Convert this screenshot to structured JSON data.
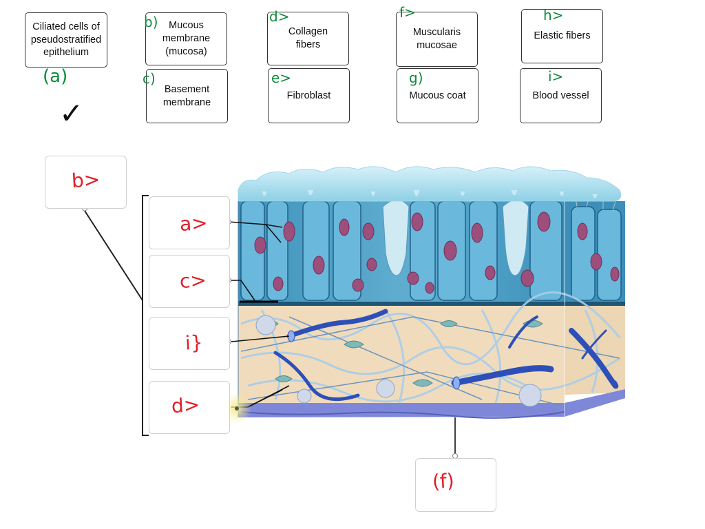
{
  "terms": [
    {
      "id": "ciliated",
      "label": "Ciliated cells of\npseudostratified\nepithelium",
      "note": "(a)"
    },
    {
      "id": "mucous-membrane",
      "label": "Mucous\nmembrane\n(mucosa)",
      "note": "b)"
    },
    {
      "id": "basement-membrane",
      "label": "Basement\nmembrane",
      "note": "c)"
    },
    {
      "id": "collagen",
      "label": "Collagen\nfibers",
      "note": "d>"
    },
    {
      "id": "fibroblast",
      "label": "Fibroblast",
      "note": "e>"
    },
    {
      "id": "muscularis",
      "label": "Muscularis\nmucosae",
      "note": "f>"
    },
    {
      "id": "mucous-coat",
      "label": "Mucous coat",
      "note": "g)"
    },
    {
      "id": "elastic",
      "label": "Elastic fibers",
      "note": "h>"
    },
    {
      "id": "blood-vessel",
      "label": "Blood vessel",
      "note": "i>"
    }
  ],
  "answers": {
    "top_left": "b>",
    "slot1": "a>",
    "slot2": "c>",
    "slot3": "i}",
    "slot4": "d>",
    "bottom": "(f)"
  },
  "check_mark": "✓",
  "colors": {
    "green_ink": "#0f8a3c",
    "red_ink": "#e0202a",
    "epithelium": "#5fb3d3",
    "nucleus": "#9c4f7c",
    "connective_tissue": "#ecd6b4",
    "vessel": "#2e4fb8",
    "muscularis": "#7f88d8",
    "highlight": "#f5ea8a"
  }
}
